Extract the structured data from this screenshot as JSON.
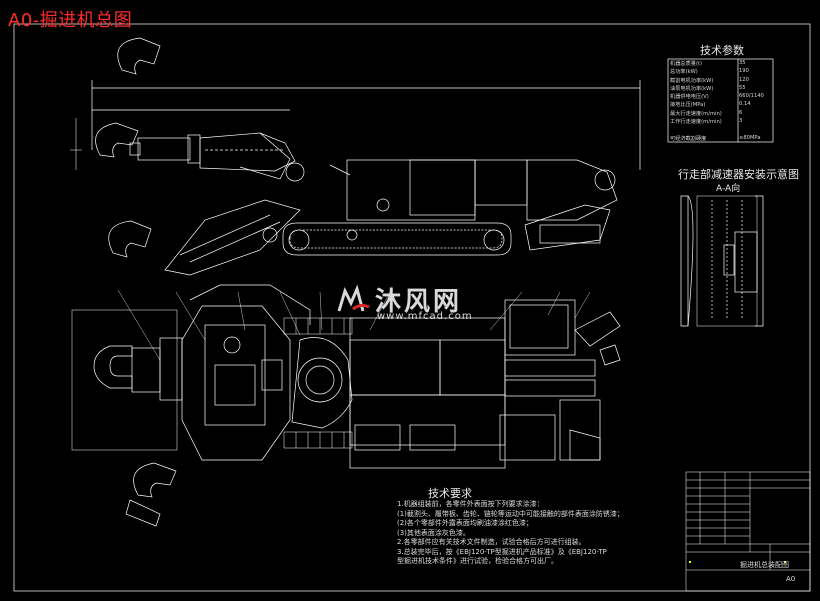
{
  "title": "A0-掘进机总图",
  "specs": {
    "title": "技术参数",
    "rows": [
      {
        "k": "机器总质量(t)",
        "v": "35"
      },
      {
        "k": "总功率(kW)",
        "v": "190"
      },
      {
        "k": "截割电机功率(kW)",
        "v": "120"
      },
      {
        "k": "油泵电机功率(kW)",
        "v": "55"
      },
      {
        "k": "机器供电电压(V)",
        "v": "660/1140"
      },
      {
        "k": "接地比压(MPa)",
        "v": "0.14"
      },
      {
        "k": "最大行走速度(m/min)",
        "v": "6"
      },
      {
        "k": "工作行走速度(m/min)",
        "v": "3"
      },
      {
        "k": "",
        "v": ""
      },
      {
        "k": "可经济截割硬度",
        "v": "≤80MPa"
      }
    ]
  },
  "side_view": {
    "title": "行走部减速器安装示意图",
    "subtitle": "A-A向"
  },
  "requirements": {
    "title": "技术要求",
    "lines": [
      "1.机器组装前，各零件外表面按下列要求涂漆：",
      "  (1)截割头、履带板、齿轮、链轮等运动中可能接触的部件表面涂防锈漆；",
      "  (2)各个零部件外露表面均刷油漆涂红色漆；",
      "  (3)其他表面涂灰色漆。",
      "2.各零部件应有关技术文件制造，试验合格后方可进行组装。",
      "3.总装完毕后，按《EBJ120-TP型掘进机产品标准》及《EBJ120-TP",
      "  型掘进机技术条件》进行试验，检验合格方可出厂。"
    ]
  },
  "watermark": {
    "main": "沐风网",
    "sub": "www.mfcad.com"
  },
  "title_block": {
    "name": "掘进机总装配图",
    "sheet": "A0"
  },
  "colors": {
    "background": "#000000",
    "line": "#ffffff",
    "title": "#ff2a2a",
    "accent": "#ffff00"
  }
}
